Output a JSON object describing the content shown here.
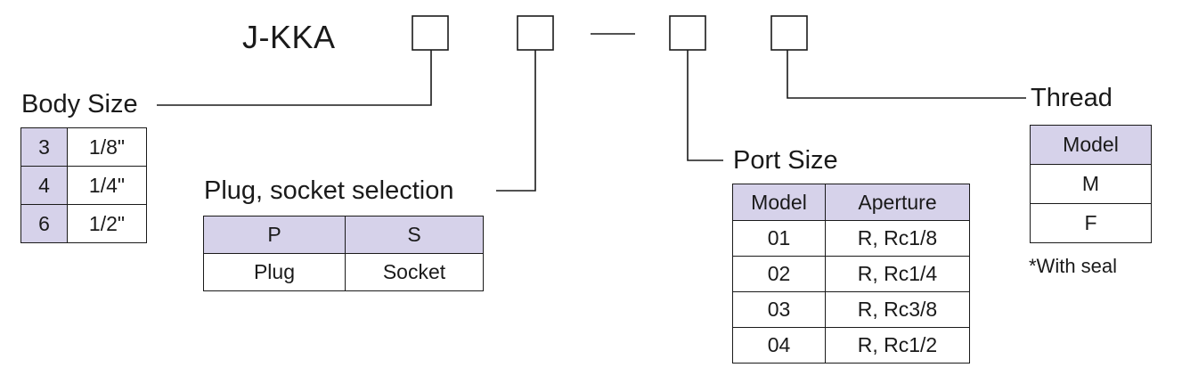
{
  "model_code": "J-KKA",
  "body_size": {
    "title": "Body Size",
    "rows": [
      {
        "code": "3",
        "value": "1/8\""
      },
      {
        "code": "4",
        "value": "1/4\""
      },
      {
        "code": "6",
        "value": "1/2\""
      }
    ]
  },
  "plug_socket": {
    "title": "Plug, socket selection",
    "header": [
      "P",
      "S"
    ],
    "values": [
      "Plug",
      "Socket"
    ]
  },
  "port_size": {
    "title": "Port Size",
    "header": [
      "Model",
      "Aperture"
    ],
    "rows": [
      {
        "model": "01",
        "aperture": "R, Rc1/8"
      },
      {
        "model": "02",
        "aperture": "R, Rc1/4"
      },
      {
        "model": "03",
        "aperture": "R, Rc3/8"
      },
      {
        "model": "04",
        "aperture": "R, Rc1/2"
      }
    ]
  },
  "thread": {
    "title": "Thread",
    "header": "Model",
    "rows": [
      "M",
      "F"
    ],
    "note": "*With seal"
  },
  "colors": {
    "header_fill": "#d6d2ea",
    "line": "#1a1a1a"
  }
}
